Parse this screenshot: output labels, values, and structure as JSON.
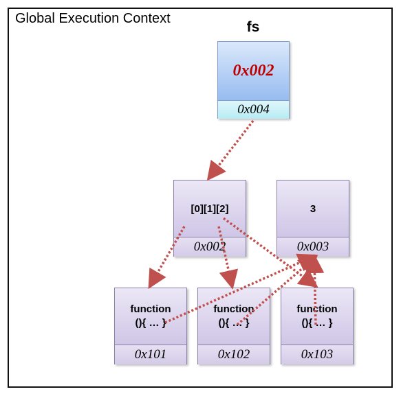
{
  "context": {
    "title": "Global Execution Context"
  },
  "variable": {
    "name": "fs",
    "value": "0x002",
    "address": "0x004"
  },
  "array_box": {
    "content": "[0][1][2]",
    "address": "0x002"
  },
  "number_box": {
    "content": "3",
    "address": "0x003"
  },
  "functions": [
    {
      "line1": "function",
      "line2": "(){ … }",
      "address": "0x101"
    },
    {
      "line1": "function",
      "line2": "(){ … }",
      "address": "0x102"
    },
    {
      "line1": "function",
      "line2": "(){ … }",
      "address": "0x103"
    }
  ],
  "colors": {
    "arrow": "#c0504d",
    "value_text": "#c00000"
  }
}
